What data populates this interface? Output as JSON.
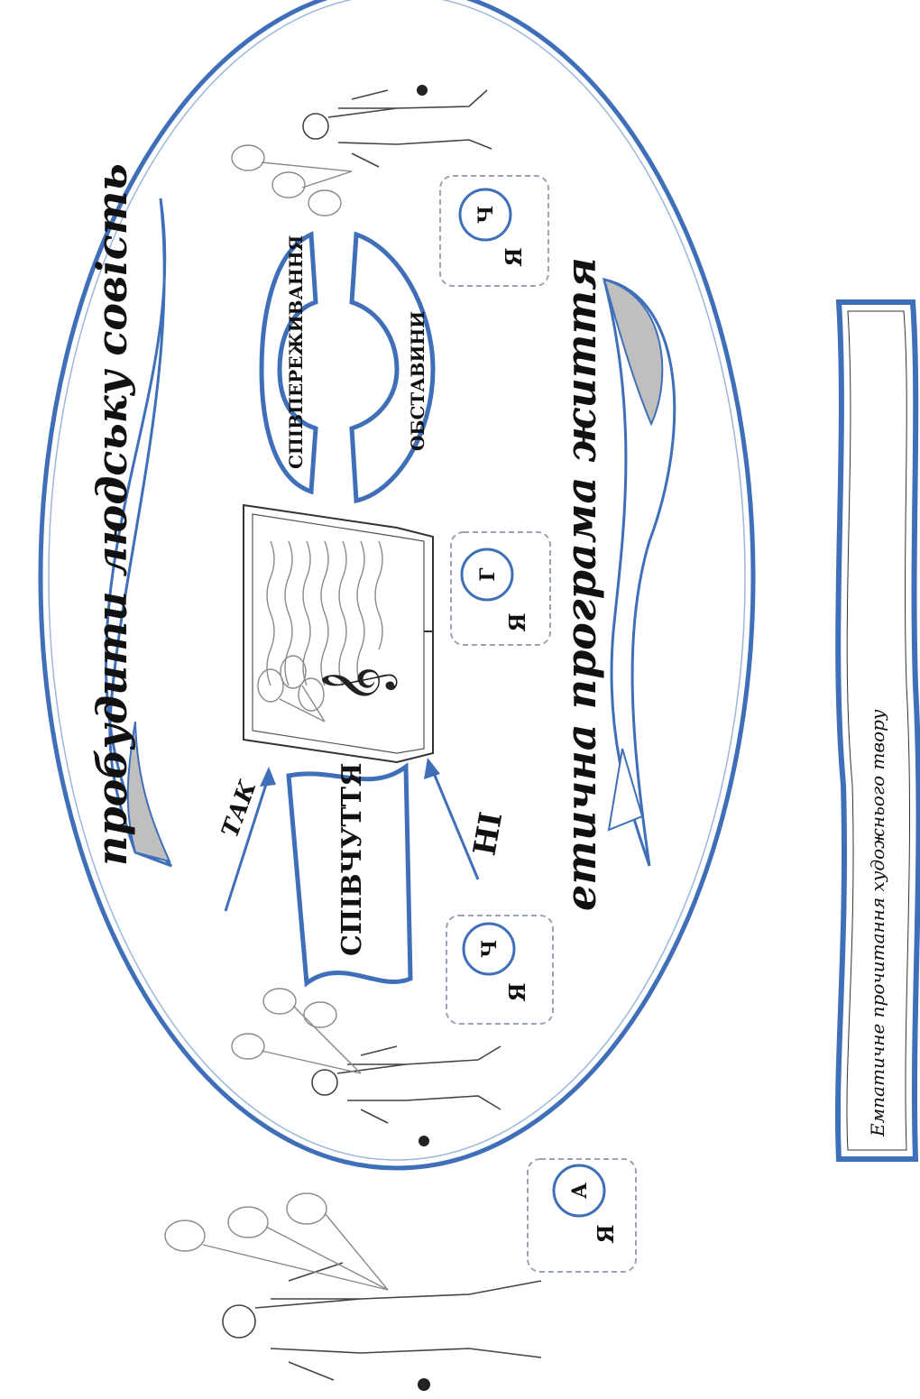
{
  "diagram": {
    "top_arc_text": "пробудити людську совість",
    "bottom_arc_text": "етична програма життя",
    "center_book_label": "СПІВЧУТТЯ",
    "arc_upper_label": "СПІВПЕРЕЖИВАННЯ",
    "arc_lower_label": "ОБСТАВИНИ",
    "arrow_yes_label": "ТАК",
    "arrow_no_label": "НІ",
    "clef_symbol": "𝄞",
    "caption": "Емпатичне прочитання художнього твору",
    "self_boxes": [
      {
        "outer": "Я",
        "inner": "А"
      },
      {
        "outer": "Я",
        "inner": "Ч"
      },
      {
        "outer": "Я",
        "inner": "Г"
      },
      {
        "outer": "Я",
        "inner": "Ч"
      }
    ]
  },
  "colors": {
    "accent_blue": "#3f6fb8",
    "gray_fill": "#bfbfbf",
    "dashed_gray": "#9aa3b3",
    "text": "#111111"
  }
}
